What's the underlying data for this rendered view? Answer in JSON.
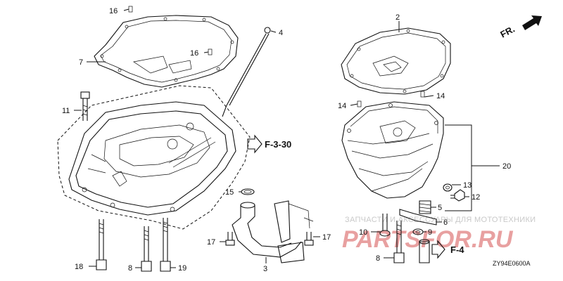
{
  "callouts": {
    "p16a": "16",
    "p4": "4",
    "p16b": "16",
    "p7": "7",
    "p11": "11",
    "p2": "2",
    "p14a": "14",
    "p14b": "14",
    "p20": "20",
    "p13": "13",
    "p12": "12",
    "p15": "15",
    "p5": "5",
    "p6": "6",
    "p17a": "17",
    "p17b": "17",
    "p3": "3",
    "p10": "10",
    "p9": "9",
    "p8a": "8",
    "p18": "18",
    "p8b": "8",
    "p19": "19"
  },
  "refs": {
    "f330": "F-3-30",
    "f4": "F-4"
  },
  "direction": {
    "label": "FR."
  },
  "diagram_code": "ZY94E0600A",
  "watermark": {
    "line1": "ЗАПЧАСТИ И АКСЕССУАРЫ ДЛЯ МОТОТЕХНИКИ",
    "line2": "PARTSFOR.RU",
    "color": "#e8a0a0"
  }
}
